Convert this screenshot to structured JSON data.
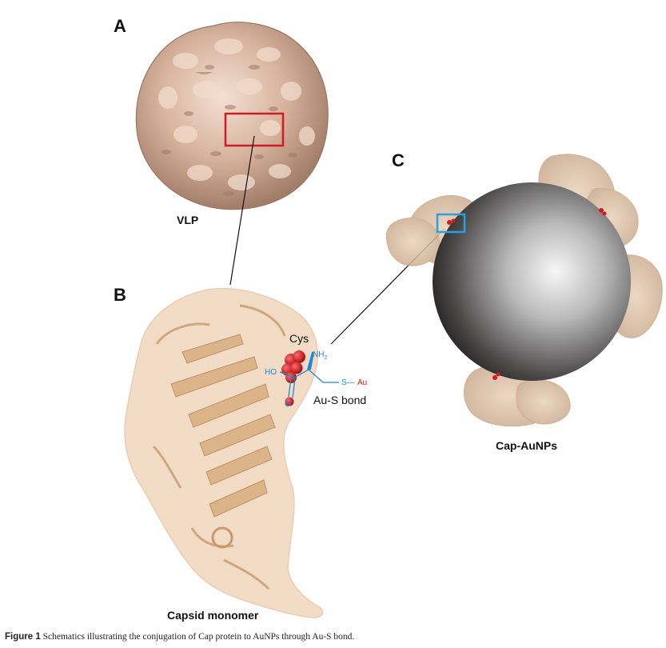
{
  "panels": {
    "a": {
      "letter": "A",
      "label": "VLP"
    },
    "b": {
      "letter": "B",
      "label": "Capsid monomer"
    },
    "c": {
      "letter": "C",
      "label": "Cap-AuNPs"
    }
  },
  "chemistry": {
    "residue": "Cys",
    "amine": "NH",
    "amine_sub": "2",
    "hydroxyl": "HO",
    "oxygen": "O",
    "thiol_link": "S—",
    "gold": "Au",
    "bond_label": "Au-S bond"
  },
  "caption": {
    "prefix": "Figure 1",
    "text": "Schematics illustrating the conjugation of Cap protein to AuNPs through Au-S bond."
  },
  "colors": {
    "capsid": "#d9b8a4",
    "protein_surface": "#f2d6bc",
    "cysteine": "#d01b22",
    "chem_blue": "#1e88d6",
    "highlight_red": "#d01b22",
    "highlight_blue": "#2aa1e0"
  }
}
